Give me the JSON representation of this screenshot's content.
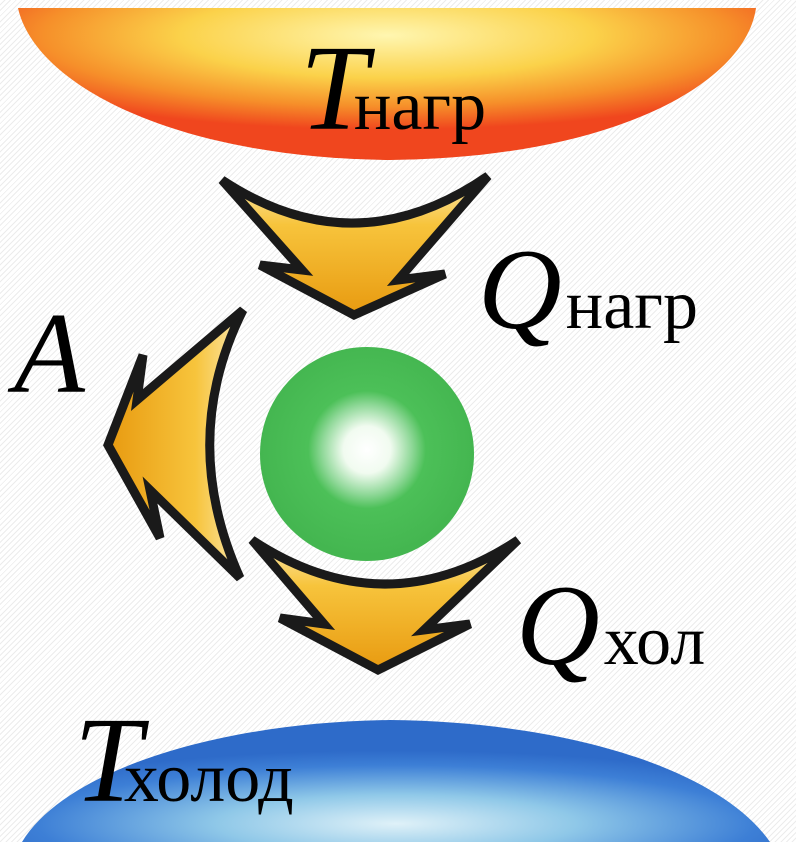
{
  "labels": {
    "t_hot": {
      "symbol": "T",
      "subscript": "нагр"
    },
    "q_hot": {
      "symbol": "Q",
      "subscript": "нагр"
    },
    "work": {
      "symbol": "A"
    },
    "q_cold": {
      "symbol": "Q",
      "subscript": "хол"
    },
    "t_cold": {
      "symbol": "T",
      "subscript": "холод"
    }
  },
  "colors": {
    "hot_reservoir": "#f0461e",
    "hot_reservoir_center": "#fff6b0",
    "cold_reservoir": "#2e6bc9",
    "cold_reservoir_center": "#dff1f8",
    "working_body": "#4cc058",
    "working_body_center": "#ffffff",
    "arrow_fill": "#f2b222",
    "arrow_outline": "#1a1a1a"
  }
}
